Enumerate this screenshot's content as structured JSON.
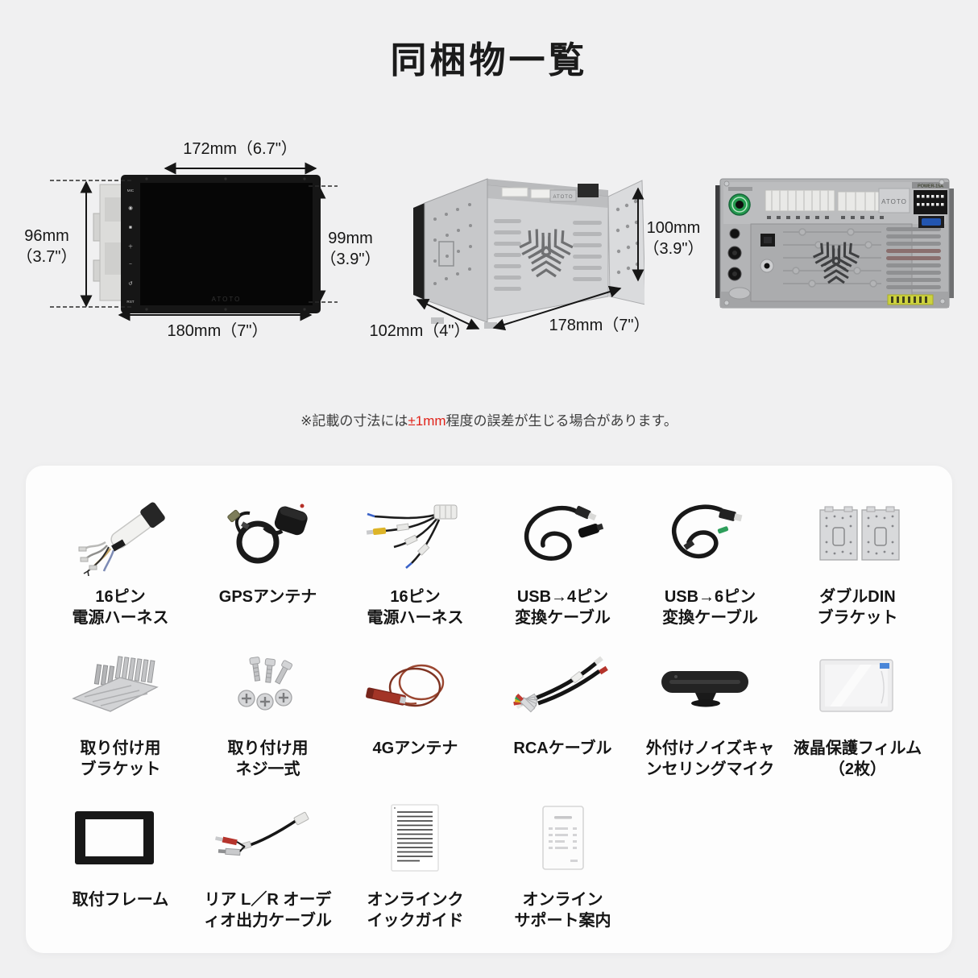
{
  "colors": {
    "background": "#f0f0f1",
    "panel": "#fdfdfd",
    "text": "#1b1b1b",
    "accent_red": "#e0231a"
  },
  "title": "同梱物一覧",
  "note": {
    "prefix": "※記載の寸法には",
    "highlight": "±1mm",
    "suffix": "程度の誤差が生じる場合があります。"
  },
  "front_view": {
    "dim_top": "172mm（6.7\"）",
    "dim_left": "96mm\n（3.7\"）",
    "dim_right": "99mm\n（3.9\"）",
    "dim_bottom": "180mm（7\"）",
    "buttons": [
      "MIC",
      "◉",
      "■",
      "＋",
      "−",
      "↺",
      "RST"
    ],
    "brand": "ATOTO"
  },
  "chassis_view": {
    "dim_right": "100mm\n（3.9\"）",
    "dim_bottom_left": "102mm（4\"）",
    "dim_bottom_right": "178mm（7\"）",
    "brand": "ATOTO"
  },
  "rear_view": {
    "brand": "ATOTO",
    "power_label": "POWER-15A"
  },
  "items": [
    {
      "icon": "wire-harness",
      "label": "16ピン\n電源ハーネス"
    },
    {
      "icon": "gps-antenna",
      "label": "GPSアンテナ"
    },
    {
      "icon": "wire-harness",
      "label": "16ピン\n電源ハーネス"
    },
    {
      "icon": "usb-cable",
      "label": "USB→4ピン\n変換ケーブル"
    },
    {
      "icon": "usb-cable",
      "label": "USB→6ピン\n変換ケーブル"
    },
    {
      "icon": "din-brackets",
      "label": "ダブルDIN\nブラケット"
    },
    {
      "icon": "mounting-bracket",
      "label": "取り付け用\nブラケット"
    },
    {
      "icon": "screws",
      "label": "取り付け用\nネジ一式"
    },
    {
      "icon": "4g-antenna",
      "label": "4Gアンテナ"
    },
    {
      "icon": "rca-cable",
      "label": "RCAケーブル"
    },
    {
      "icon": "microphone",
      "label": "外付けノイズキャ\nンセリングマイク"
    },
    {
      "icon": "screen-film",
      "label": "液晶保護フィルム\n（2枚）"
    },
    {
      "icon": "mounting-frame",
      "label": "取付フレーム"
    },
    {
      "icon": "audio-cable",
      "label": "リア L／R オーデ\nィオ出力ケーブル"
    },
    {
      "icon": "quick-guide",
      "label": "オンラインク\nイックガイド"
    },
    {
      "icon": "support-guide",
      "label": "オンライン\nサポート案内"
    }
  ]
}
